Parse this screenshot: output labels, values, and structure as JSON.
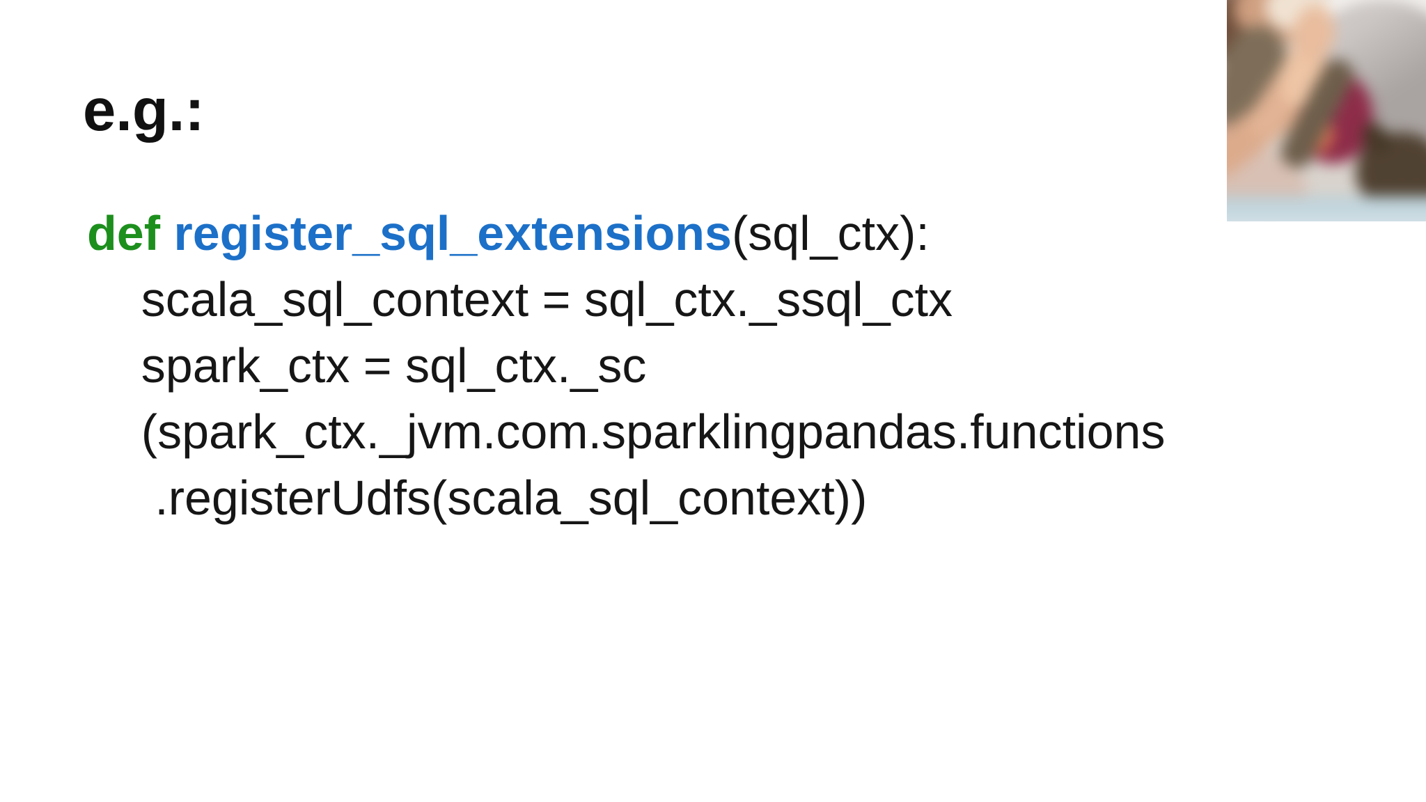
{
  "slide": {
    "title": "e.g.:",
    "code": {
      "keyword": "def ",
      "function_name": "register_sql_extensions",
      "signature": "(sql_ctx):",
      "body_lines": [
        "    scala_sql_context = sql_ctx._ssql_ctx",
        "    spark_ctx = sql_ctx._sc",
        "    (spark_ctx._jvm.com.sparklingpandas.functions",
        "     .registerUdfs(scala_sql_context))"
      ]
    },
    "photo": {
      "alt": "Blurred photo of a person high-fiving a tabby cat's raised paw on a couch"
    },
    "colors": {
      "keyword_green": "#1d8f1d",
      "function_blue": "#1c70c8",
      "code_black": "#161616",
      "background_white": "#ffffff"
    }
  }
}
